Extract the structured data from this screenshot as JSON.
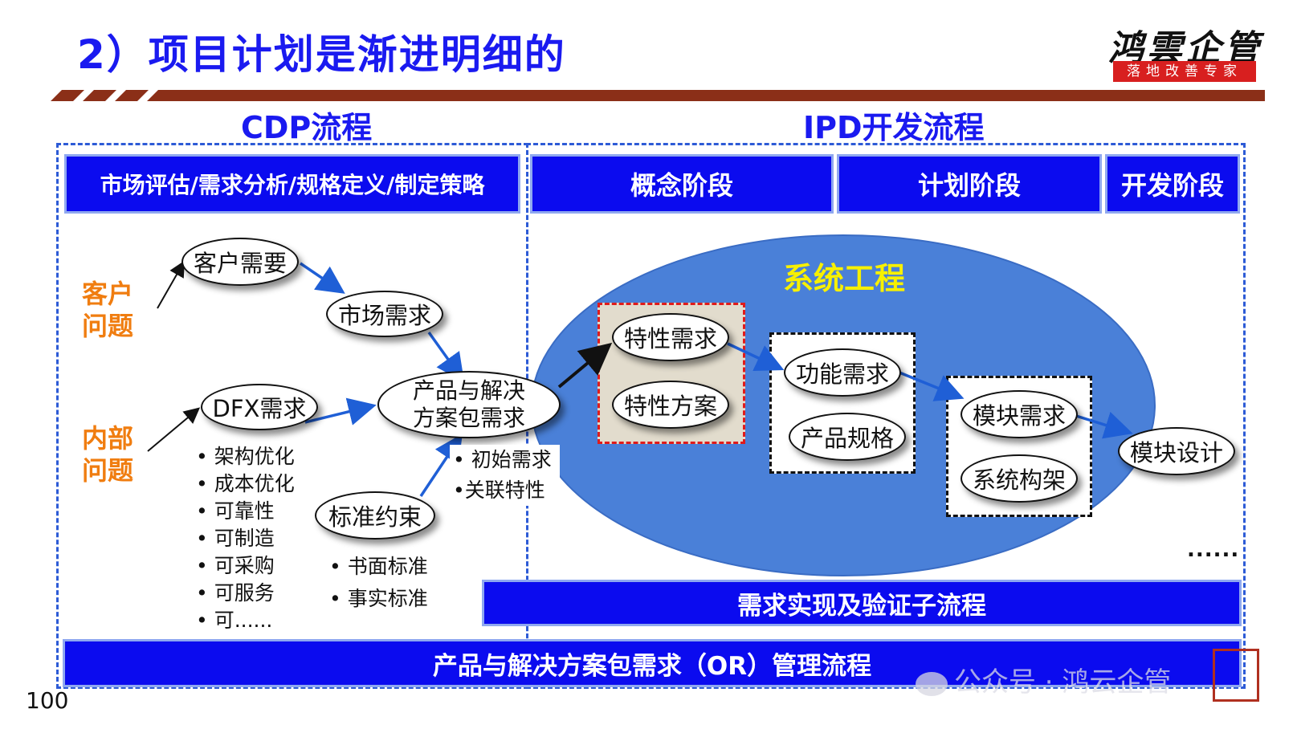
{
  "header": {
    "title": "2）项目计划是渐进明细的",
    "logo_text": "鸿雲企管",
    "logo_subtitle": "落地改善专家",
    "logo_colors": {
      "accent": "#d81f1f"
    }
  },
  "cdp": {
    "title": "CDP流程",
    "bar_label": "市场评估/需求分析/规格定义/制定策略",
    "customer_label": "客户\n问题",
    "internal_label": "内部\n问题",
    "nodes": {
      "customer_need": "客户需要",
      "market_need": "市场需求",
      "dfx_need": "DFX需求",
      "package_need": "产品与解决\n方案包需求",
      "standard": "标准约束"
    },
    "dfx_list": [
      "• 架构优化",
      "• 成本优化",
      "• 可靠性",
      "• 可制造",
      "• 可采购",
      "• 可服务",
      "• 可......"
    ],
    "package_list": [
      "• 初始需求",
      "•关联特性"
    ],
    "standard_list": [
      "• 书面标准",
      "• 事实标准"
    ]
  },
  "ipd": {
    "title": "IPD开发流程",
    "phases": [
      "概念阶段",
      "计划阶段",
      "开发阶段"
    ],
    "system_engineering": "系统工程",
    "nodes": {
      "feature_need": "特性需求",
      "feature_plan": "特性方案",
      "function_need": "功能需求",
      "product_spec": "产品规格",
      "module_need": "模块需求",
      "system_arch": "系统构架",
      "module_design": "模块设计"
    },
    "ellipsis": "......",
    "sub_process": "需求实现及验证子流程"
  },
  "footer": {
    "management_bar": "产品与解决方案包需求（OR）管理流程",
    "page_number": "100",
    "watermark": "公众号 · 鸿云企管"
  },
  "colors": {
    "primary_blue": "#0b0bef",
    "title_blue": "#1a1af0",
    "orange": "#f07d10",
    "ellipse_blue": "#4a80d8",
    "system_yellow": "#f7f000",
    "feature_box_bg": "#e2dccd",
    "arrow_blue": "#1f5fd6"
  }
}
